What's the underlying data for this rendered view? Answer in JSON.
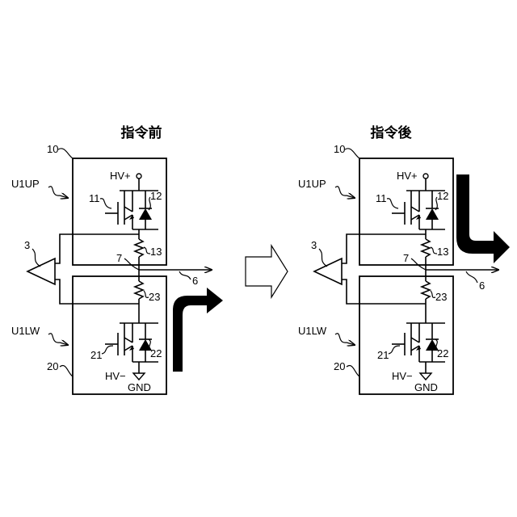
{
  "before": {
    "title": "指令前",
    "upper_module_num": "10",
    "upper_module_name": "U1UP",
    "hv_plus": "HV+",
    "igbt_upper_num": "11",
    "diode_upper_num": "12",
    "res_upper_num": "13",
    "amp_num": "3",
    "node_num": "7",
    "output_num": "6",
    "res_lower_num": "23",
    "lower_module_name": "U1LW",
    "lower_module_num": "20",
    "igbt_lower_num": "21",
    "diode_lower_num": "22",
    "hv_minus": "HV−",
    "gnd": "GND"
  },
  "after": {
    "title": "指令後",
    "upper_module_num": "10",
    "upper_module_name": "U1UP",
    "hv_plus": "HV+",
    "igbt_upper_num": "11",
    "diode_upper_num": "12",
    "res_upper_num": "13",
    "amp_num": "3",
    "node_num": "7",
    "output_num": "6",
    "res_lower_num": "23",
    "lower_module_name": "U1LW",
    "lower_module_num": "20",
    "igbt_lower_num": "21",
    "diode_lower_num": "22",
    "hv_minus": "HV−",
    "gnd": "GND"
  }
}
